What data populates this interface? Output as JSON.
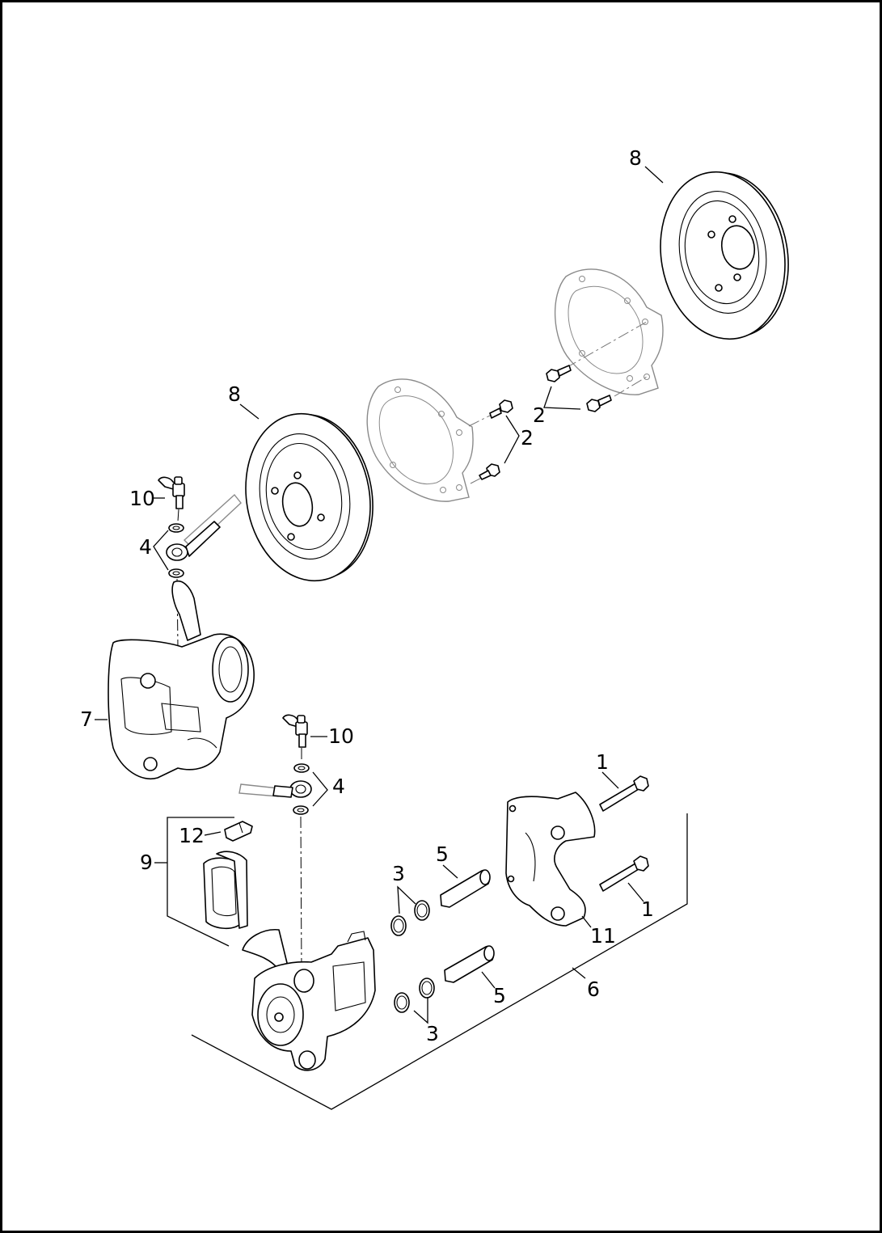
{
  "figure": {
    "callouts": {
      "c1a": "1",
      "c1b": "1",
      "c2a": "2",
      "c2b": "2",
      "c3a": "3",
      "c3b": "3",
      "c4a": "4",
      "c4b": "4",
      "c5a": "5",
      "c5b": "5",
      "c6": "6",
      "c7": "7",
      "c8a": "8",
      "c8b": "8",
      "c9": "9",
      "c10a": "10",
      "c10b": "10",
      "c11": "11",
      "c12": "12"
    }
  }
}
